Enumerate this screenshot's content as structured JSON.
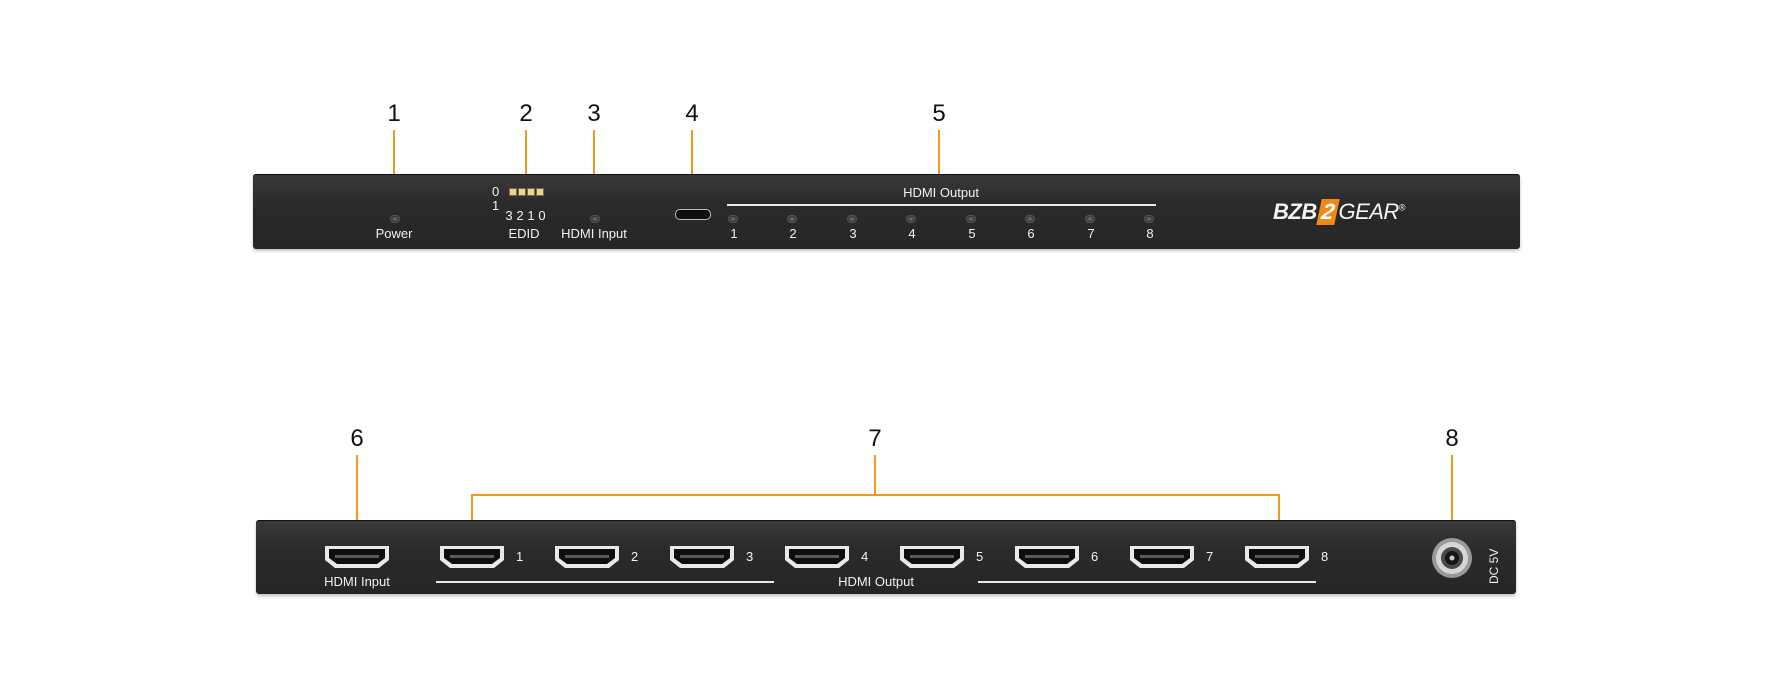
{
  "callouts": [
    "1",
    "2",
    "3",
    "4",
    "5",
    "6",
    "7",
    "8"
  ],
  "front_panel": {
    "power_label": "Power",
    "edid_label": "EDID",
    "edid_row_top": "0",
    "edid_row_bottom": "1",
    "edid_bits": [
      "3",
      "2",
      "1",
      "0"
    ],
    "hdmi_input_label": "HDMI Input",
    "hdmi_output_label": "HDMI Output",
    "output_numbers": [
      "1",
      "2",
      "3",
      "4",
      "5",
      "6",
      "7",
      "8"
    ],
    "brand_part1": "BZB",
    "brand_part2": "2",
    "brand_part3": "GEAR",
    "brand_mark": "®"
  },
  "rear_panel": {
    "hdmi_input_label": "HDMI Input",
    "port_numbers": [
      "1",
      "2",
      "3",
      "4",
      "5",
      "6",
      "7",
      "8"
    ],
    "hdmi_output_label": "HDMI Output",
    "dc_label": "DC 5V"
  },
  "colors": {
    "callout_line": "#ef9a1a",
    "panel": "#2b2b2b",
    "brand_accent": "#ef8a14"
  }
}
